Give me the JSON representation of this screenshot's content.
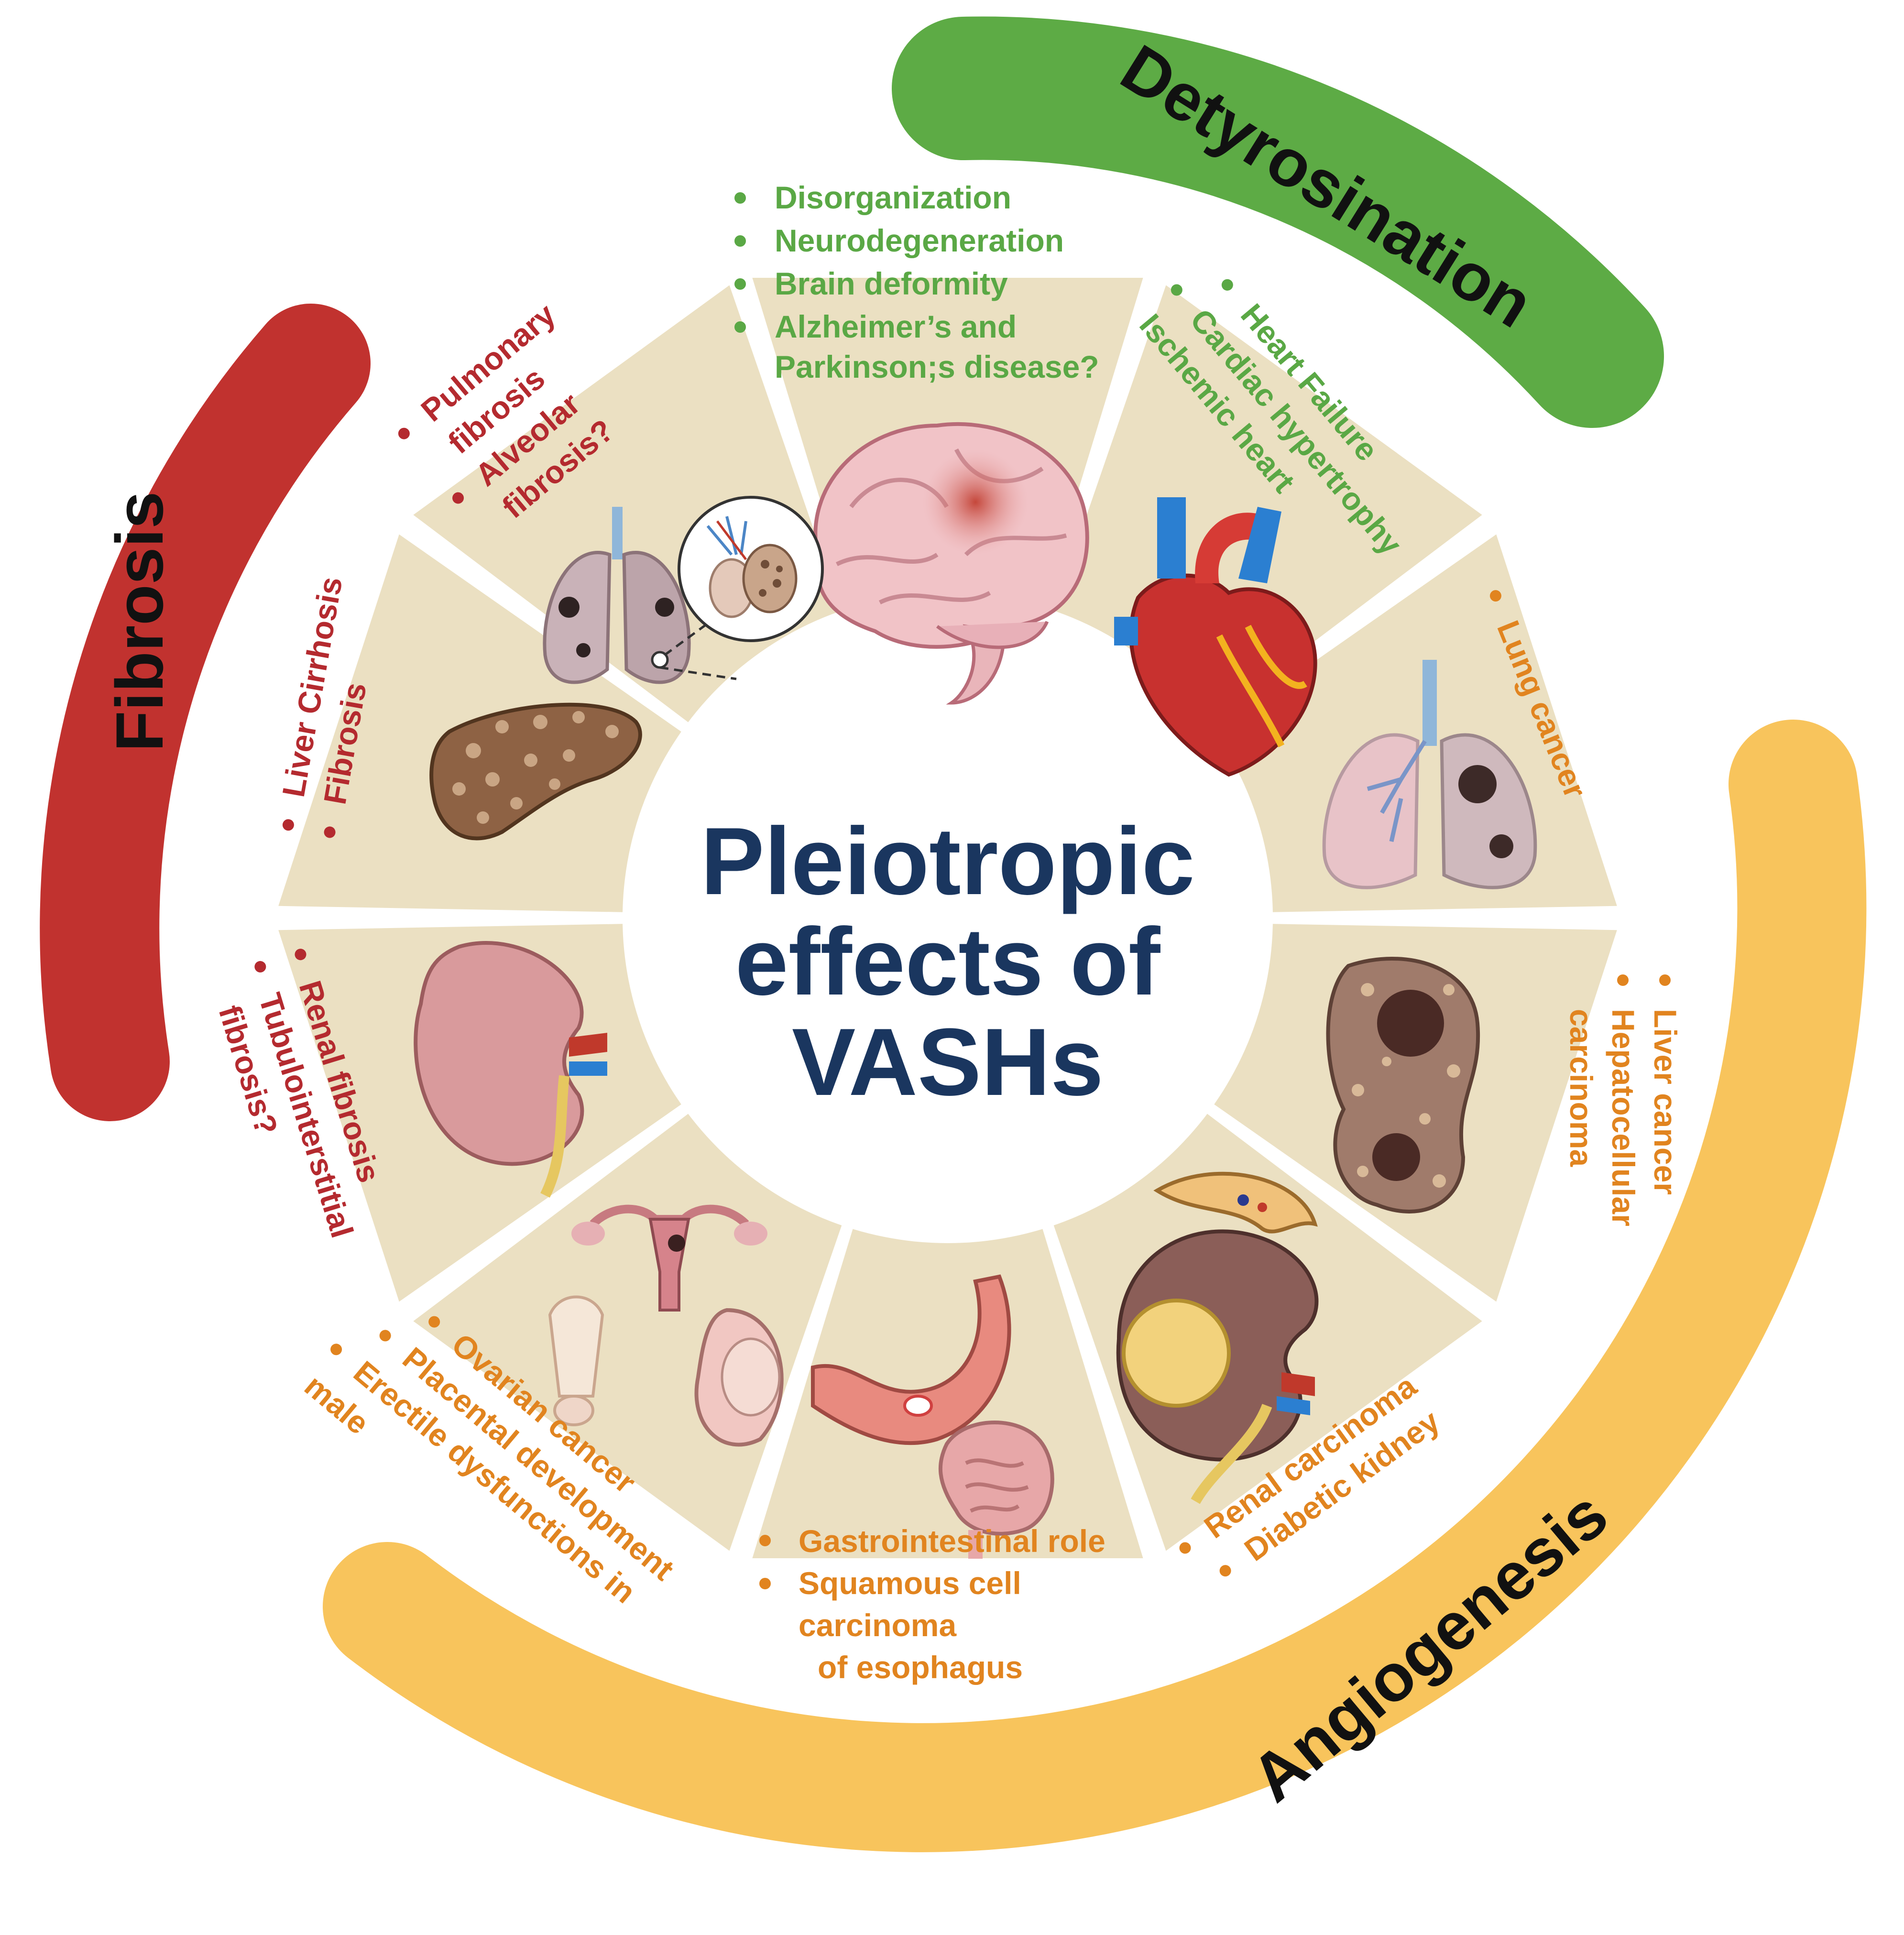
{
  "title_lines": [
    "Pleiotropic",
    "effects of",
    "VASHs"
  ],
  "colors": {
    "fibrosis": "#c1322f",
    "detyrosination": "#5dab45",
    "angiogenesis": "#f8c45c",
    "fibrosis_text": "#b42a2f",
    "detyrosination_text": "#5aa845",
    "angiogenesis_text": "#e1841f",
    "title_text": "#1a365f",
    "segment_fill": "#ebe0c2"
  },
  "categories": {
    "detyrosination": "Detyrosination",
    "fibrosis": "Fibrosis",
    "angiogenesis": "Angiogenesis"
  },
  "organs": {
    "brain": "brain-icon",
    "heart": "heart-icon",
    "lung_cancer": "lung-cancer-icon",
    "liver_cancer": "liver-cancer-icon",
    "kidney_pancreas": "kidney-pancreas-icon",
    "gastro": "stomach-intestine-icon",
    "reproductive": "reproductive-organs-icon",
    "kidney": "kidney-icon",
    "cirrhotic_liver": "cirrhotic-liver-icon",
    "fibrotic_lung": "fibrotic-lung-icon"
  },
  "brain_items": [
    "Disorganization",
    "Neurodegeneration",
    "Brain deformity",
    "Alzheimer’s and"
  ],
  "brain_item_cont": "Parkinson;s disease?",
  "heart_items": [
    "Heart Failure",
    "Cardiac hypertrophy",
    "Ischemic heart"
  ],
  "lung_cancer_items": [
    "Lung cancer"
  ],
  "liver_cancer_items": [
    "Liver cancer",
    "Hepatocellular"
  ],
  "liver_cancer_cont": "carcinoma",
  "renal_items": [
    "Renal carcinoma",
    "Diabetic kidney"
  ],
  "gi_items": [
    "Gastrointestinal role",
    "Squamous cell"
  ],
  "gi_cont": [
    "carcinoma",
    "of esophagus"
  ],
  "repro_items": [
    "Ovarian cancer",
    "Placental development",
    "Erectile dysfunctions in"
  ],
  "repro_cont": "male",
  "kidney_items": [
    "Renal fibrosis",
    "Tubulointerstitial"
  ],
  "kidney_cont": "fibrosis?",
  "liver_items": [
    "Liver Cirrhosis",
    "Fibrosis"
  ],
  "lung_items": [
    "Pulmonary",
    "Alveolar"
  ],
  "lung_item_conts": [
    "fibrosis",
    "fibrosis?"
  ]
}
